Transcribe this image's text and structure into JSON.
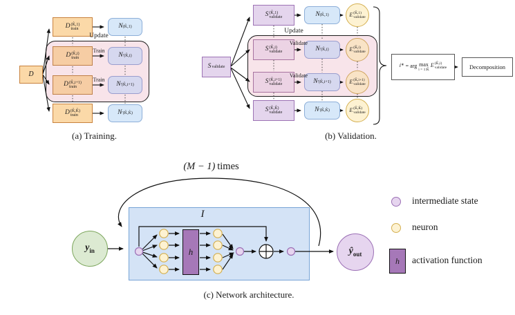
{
  "panel_a": {
    "caption": "(a) Training.",
    "update_label": "Update",
    "d_base": "D",
    "d_sub": "train",
    "n_base": "N",
    "source_base": "D",
    "rows": [
      {
        "d_sup": "(K̂,1)",
        "train_label": "",
        "n_prime": "",
        "n_sup": "(K̂,1)"
      },
      {
        "d_sup": "(K̂,i)",
        "train_label": "Train",
        "n_prime": "′",
        "n_sup": "(K̂,i)"
      },
      {
        "d_sup": "(K̂,i+1)",
        "train_label": "Train",
        "n_prime": "′",
        "n_sup": "(K̂,i+1)"
      },
      {
        "d_sup": "(K̂,K̂)",
        "train_label": "",
        "n_prime": "′",
        "n_sup": "(K̂,K̂)"
      }
    ]
  },
  "panel_b": {
    "caption": "(b) Validation.",
    "update_label": "Update",
    "s_base": "S",
    "s_sub": "validate",
    "n_base": "N",
    "e_base": "E",
    "e_sub": "validate",
    "source_base": "S",
    "source_sub": "validate",
    "rows": [
      {
        "s_sup": "(K̂,1)",
        "validate_label": "",
        "n_prime": "",
        "n_sup": "(K̂,1)",
        "e_sup": "(K̂,1)"
      },
      {
        "s_sup": "(K̂,i)",
        "validate_label": "Validate",
        "n_prime": "′",
        "n_sup": "(K̂,i)",
        "e_sup": "(K̂,i)"
      },
      {
        "s_sup": "(K̂,i+1)",
        "validate_label": "Validate",
        "n_prime": "′",
        "n_sup": "(K̂,i+1)",
        "e_sup": "(K̂,i+1)"
      },
      {
        "s_sup": "(K̂,K̂)",
        "validate_label": "",
        "n_prime": "′",
        "n_sup": "(K̂,K̂)",
        "e_sup": "(K̂,K̂)"
      }
    ],
    "argmax": {
      "i_base": "i",
      "i_sup": "∗",
      "eq": "= arg",
      "max_word": "max",
      "under": "i = 1:K̂",
      "e_base": "E",
      "e_sup": "(K̂,i)",
      "e_sub": "validate"
    },
    "decomposition_label": "Decomposition"
  },
  "panel_c": {
    "caption": "(c) Network architecture.",
    "loop_math": "(M − 1)",
    "loop_word": "times",
    "block_label": "I",
    "h_label": "h",
    "input_base": "y",
    "input_sub": "in",
    "output_base": "ŷ",
    "output_sub": "out"
  },
  "legend": {
    "intermediate_label": "intermediate state",
    "neuron_label": "neuron",
    "activation_label": "activation function",
    "h_label": "h"
  },
  "colors": {
    "orange_fill": "#fbd9a8",
    "orange_border": "#c8813c",
    "blue_fill": "#d7e8f9",
    "blue_border": "#8caed8",
    "pink_fill": "#f8e4ea",
    "purple_fill": "#e4d5ed",
    "purple_border": "#9c72b4",
    "yellow_fill": "#fdf2d2",
    "yellow_border": "#d4af4f",
    "green_fill": "#dcead2",
    "green_border": "#7ca65c",
    "activation_fill": "#a678b8",
    "network_panel_fill": "#d4e3f6"
  }
}
